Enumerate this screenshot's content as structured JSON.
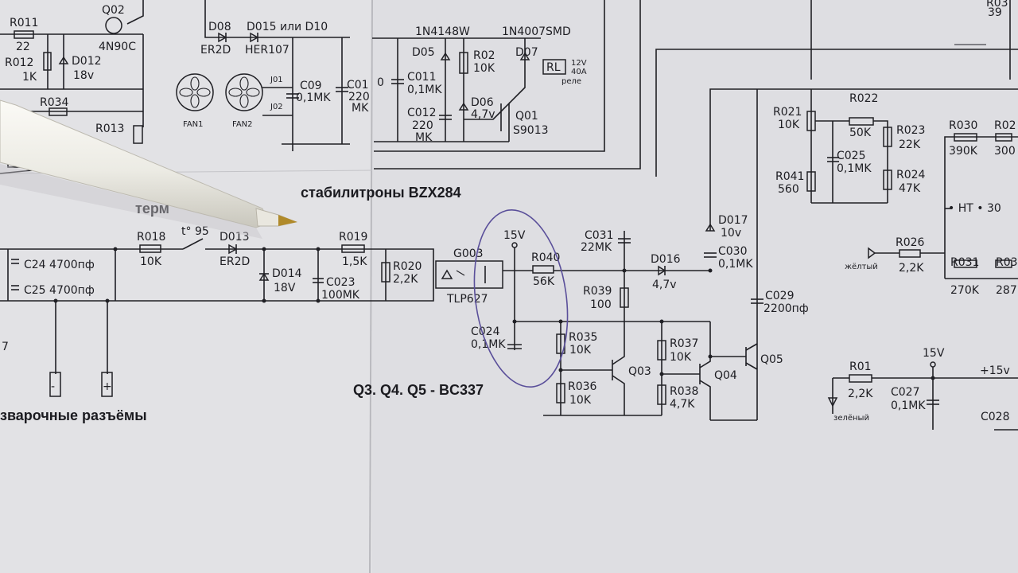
{
  "components": {
    "R011": "R011",
    "R011_val": "22",
    "R012": "R012",
    "R012_val": "1K",
    "D012": "D012",
    "D012_val": "18v",
    "Q02": "Q02",
    "Q02_val": "4N90C",
    "R034": "R034",
    "R013": "R013",
    "D08": "D08",
    "D08_val": "ER2D",
    "D015": "D015 или D10",
    "D015_val": "HER107",
    "FAN1": "FAN1",
    "FAN2": "FAN2",
    "J01": "J01",
    "J02": "J02",
    "C09": "C09",
    "C09_val": "0,1MK",
    "C010": "C01",
    "C010_v1": "220",
    "C010_v2": "MK",
    "D05_hdr": "1N4148W",
    "D07_hdr": "1N4007SMD",
    "D05": "D05",
    "R02": "R02",
    "R02_val": "10K",
    "D07": "D07",
    "RL": "RL",
    "RL_v1": "12V",
    "RL_v2": "40A",
    "RL_v3": "реле",
    "C011": "C011",
    "C011_val": "0,1MK",
    "D06": "D06",
    "D06_val": "4,7v",
    "Q01": "Q01",
    "Q01_val": "S9013",
    "C012": "C012",
    "C012_v1": "220",
    "C012_v2": "MK",
    "R021": "R021",
    "R021_val": "10K",
    "R022": "R022",
    "R022_val": "50K",
    "R023": "R023",
    "R023_val": "22K",
    "C025": "C025",
    "C025_val": "0,1MK",
    "R041": "R041",
    "R041_val": "560",
    "R024": "R024",
    "R024_val": "47K",
    "R030": "R030",
    "R030_val": "390K",
    "R02x": "R02",
    "R02x_val": "300",
    "HT": "• HT • 30",
    "R038_top": "R03",
    "R039_top": "R039",
    "R026": "R026",
    "R026_val": "2,2K",
    "yellow": "жёлтый",
    "R031": "R031",
    "R031_val": "270K",
    "R03x": "R03",
    "R03x_val": "287",
    "thermo_title": "терм",
    "zener_title": "стабилитроны BZX284",
    "C24": "C24 4700пф",
    "C25": "C25 4700пф",
    "R018": "R018",
    "R018_val": "10K",
    "T95": "t° 95",
    "D013": "D013",
    "D013_val": "ER2D",
    "D014": "D014",
    "D014_val": "18V",
    "C023": "C023",
    "C023_val": "100MK",
    "R019": "R019",
    "R019_val": "1,5K",
    "R020": "R020",
    "R020_val": "2,2K",
    "G003": "G003",
    "TLP": "TLP627",
    "V15a": "15V",
    "R040": "R040",
    "R040_val": "56K",
    "C031": "C031",
    "C031_val": "22MK",
    "D016": "D016",
    "D016_val": "4,7v",
    "D017": "D017",
    "D017_val": "10v",
    "C030": "C030",
    "C030_val": "0,1MK",
    "R039": "R039",
    "R039_val": "100",
    "C029": "C029",
    "C029_val": "2200пф",
    "C024": "C024",
    "C024_val": "0,1MK",
    "R035": "R035",
    "R035_val": "10K",
    "R037": "R037",
    "R037_val": "10K",
    "Q03": "Q03",
    "Q04": "Q04",
    "Q05": "Q05",
    "R036": "R036",
    "R036_val": "10K",
    "R038": "R038",
    "R038_val": "4,7K",
    "Q_note": "Q3. Q4. Q5 - BC337",
    "V15b": "15V",
    "R01": "R01",
    "R01_val": "2,2K",
    "plus15": "+15v",
    "C027": "C027",
    "C027_val": "0,1MK",
    "green": "зелёный",
    "C028": "C028",
    "weld_text": "зварочные разъёмы",
    "num7": "7",
    "R03_corner": "R03",
    "num39": "39"
  },
  "colors": {
    "paper": "#dedee1",
    "ink": "#202025",
    "marker": "#5a4f9a",
    "pen_body": "#f2f1ec",
    "pen_tip": "#b08a2a"
  }
}
